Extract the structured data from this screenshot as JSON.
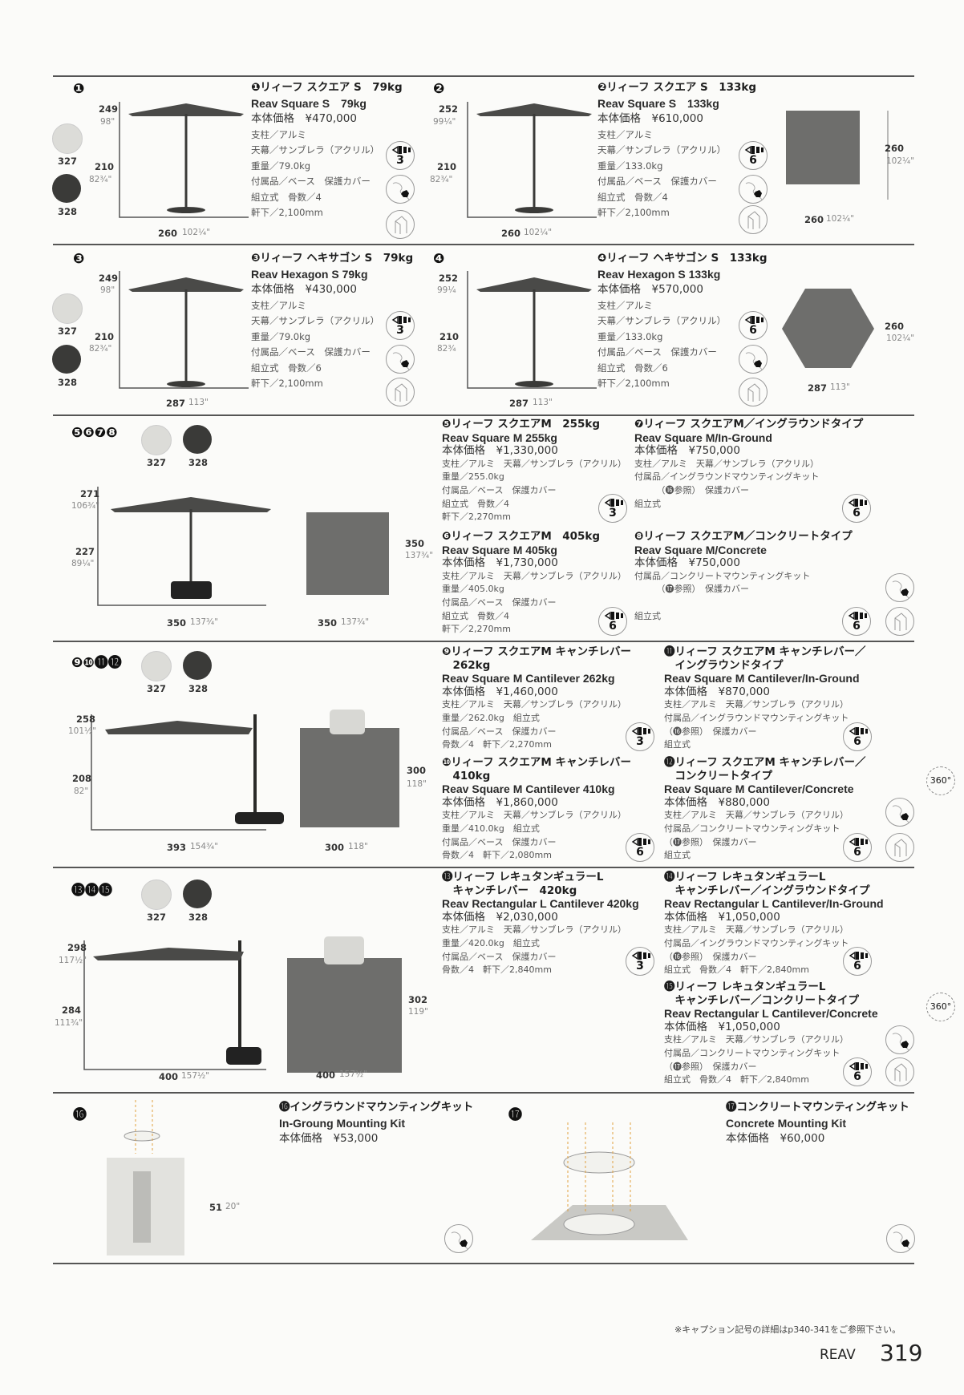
{
  "products": [
    {
      "title_lines": [
        "❶リィーフ スクエア S　79kg"
      ],
      "name": "Reav Square S　79kg",
      "price": "本体価格　¥470,000",
      "specs": [
        "支柱／アルミ",
        "天幕／サンブレラ（アクリル）",
        "重量／79.0kg",
        "付属品／ベース　保護カバー",
        "組立式　骨数／4",
        "軒下／2,100mm"
      ]
    },
    {
      "title_lines": [
        "❷リィーフ スクエア S　133kg"
      ],
      "name": "Reav Square S　133kg",
      "price": "本体価格　¥610,000",
      "specs": [
        "支柱／アルミ",
        "天幕／サンブレラ（アクリル）",
        "重量／133.0kg",
        "付属品／ベース　保護カバー",
        "組立式　骨数／4",
        "軒下／2,100mm"
      ]
    },
    {
      "title_lines": [
        "❸リィーフ ヘキサゴン S　79kg"
      ],
      "name": "Reav Hexagon S 79kg",
      "price": "本体価格　¥430,000",
      "specs": [
        "支柱／アルミ",
        "天幕／サンブレラ（アクリル）",
        "重量／79.0kg",
        "付属品／ベース　保護カバー",
        "組立式　骨数／6",
        "軒下／2,100mm"
      ]
    },
    {
      "title_lines": [
        "❹リィーフ ヘキサゴン S　133kg"
      ],
      "name": "Reav Hexagon S 133kg",
      "price": "本体価格　¥570,000",
      "specs": [
        "支柱／アルミ",
        "天幕／サンブレラ（アクリル）",
        "重量／133.0kg",
        "付属品／ベース　保護カバー",
        "組立式　骨数／6",
        "軒下／2,100mm"
      ]
    },
    {
      "title_lines": [
        "❺リィーフ スクエアM　255kg"
      ],
      "name": "Reav Square M 255kg",
      "price": "本体価格　¥1,330,000",
      "specs": [
        "支柱／アルミ　天幕／サンブレラ（アクリル）",
        "重量／255.0kg",
        "付属品／ベース　保護カバー",
        "組立式　骨数／4",
        "軒下／2,270mm"
      ]
    },
    {
      "title_lines": [
        "❻リィーフ スクエアM　405kg"
      ],
      "name": "Reav Square M 405kg",
      "price": "本体価格　¥1,730,000",
      "specs": [
        "支柱／アルミ　天幕／サンブレラ（アクリル）",
        "重量／405.0kg",
        "付属品／ベース　保護カバー",
        "組立式　骨数／4",
        "軒下／2,270mm"
      ]
    },
    {
      "title_lines": [
        "❼リィーフ スクエアM／イングラウンドタイプ"
      ],
      "name": "Reav Square M/In-Ground",
      "price": "本体価格　¥750,000",
      "specs": [
        "支柱／アルミ　天幕／サンブレラ（アクリル）",
        "付属品／イングラウンドマウンティングキット",
        "　　　（⓰参照）　保護カバー",
        "組立式"
      ]
    },
    {
      "title_lines": [
        "❽リィーフ スクエアM／コンクリートタイプ"
      ],
      "name": "Reav Square M/Concrete",
      "price": "本体価格　¥750,000",
      "specs": [
        "付属品／コンクリートマウンティングキット",
        "　　　（⓱参照）　保護カバー",
        "",
        "組立式"
      ]
    },
    {
      "title_lines": [
        "❾リィーフ スクエアM キャンチレバー",
        "　262kg"
      ],
      "name": "Reav Square M Cantilever 262kg",
      "price": "本体価格　¥1,460,000",
      "specs": [
        "支柱／アルミ　天幕／サンブレラ（アクリル）",
        "重量／262.0kg　組立式",
        "付属品／ベース　保護カバー",
        "骨数／4　軒下／2,270mm"
      ]
    },
    {
      "title_lines": [
        "❿リィーフ スクエアM キャンチレバー",
        "　410kg"
      ],
      "name": "Reav Square M Cantilever 410kg",
      "price": "本体価格　¥1,860,000",
      "specs": [
        "支柱／アルミ　天幕／サンブレラ（アクリル）",
        "重量／410.0kg　組立式",
        "付属品／ベース　保護カバー",
        "骨数／4　軒下／2,080mm"
      ]
    },
    {
      "title_lines": [
        "⓫リィーフ スクエアM キャンチレバー／",
        "　イングラウンドタイプ"
      ],
      "name": "Reav Square M Cantilever/In-Ground",
      "price": "本体価格　¥870,000",
      "specs": [
        "支柱／アルミ　天幕／サンブレラ（アクリル）",
        "付属品／イングラウンドマウンティングキット",
        "（⓰参照）　保護カバー",
        "組立式"
      ]
    },
    {
      "title_lines": [
        "⓬リィーフ スクエアM キャンチレバー／",
        "　コンクリートタイプ"
      ],
      "name": "Reav Square M Cantilever/Concrete",
      "price": "本体価格　¥880,000",
      "specs": [
        "支柱／アルミ　天幕／サンブレラ（アクリル）",
        "付属品／コンクリートマウンティングキット",
        "（⓱参照）　保護カバー",
        "組立式"
      ]
    },
    {
      "title_lines": [
        "⓭リィーフ レキュタンギュラーL",
        "　キャンチレバー　420kg"
      ],
      "name": "Reav Rectangular L Cantilever 420kg",
      "price": "本体価格　¥2,030,000",
      "specs": [
        "支柱／アルミ　天幕／サンブレラ（アクリル）",
        "重量／420.0kg　組立式",
        "付属品／ベース　保護カバー",
        "骨数／4　軒下／2,840mm"
      ]
    },
    {
      "title_lines": [
        "⓮リィーフ レキュタンギュラーL",
        "　キャンチレバー／イングラウンドタイプ"
      ],
      "name": "Reav Rectangular L Cantilever/In-Ground",
      "price": "本体価格　¥1,050,000",
      "specs": [
        "支柱／アルミ　天幕／サンブレラ（アクリル）",
        "付属品／イングラウンドマウンティングキット",
        "（⓰参照）　保護カバー",
        "組立式　骨数／4　軒下／2,840mm"
      ]
    },
    {
      "title_lines": [
        "⓯リィーフ レキュタンギュラーL",
        "　キャンチレバー／コンクリートタイプ"
      ],
      "name": "Reav Rectangular L Cantilever/Concrete",
      "price": "本体価格　¥1,050,000",
      "specs": [
        "支柱／アルミ　天幕／サンブレラ（アクリル）",
        "付属品／コンクリートマウンティングキット",
        "（⓱参照）　保護カバー",
        "組立式　骨数／4　軒下／2,840mm"
      ]
    },
    {
      "title_lines": [
        "⓰イングラウンドマウンティングキット"
      ],
      "name": "In-Groung Mounting Kit",
      "price": "本体価格　¥53,000",
      "specs": []
    },
    {
      "title_lines": [
        "⓱コンクリートマウンティングキット"
      ],
      "name": "Concrete Mounting Kit",
      "price": "本体価格　¥60,000",
      "specs": []
    }
  ],
  "figures": [
    {
      "marker": "❶",
      "swatches": [
        "327",
        "328"
      ],
      "dims": [
        "249",
        "98\"",
        "210",
        "82¾\"",
        "260",
        "102¼\""
      ]
    },
    {
      "marker": "❷",
      "swatches": [],
      "dims": [
        "252",
        "99¼\"",
        "210",
        "82¾\"",
        "260",
        "102¼\"",
        "260",
        "102¼\"",
        "260",
        "102¼\""
      ]
    },
    {
      "marker": "❸",
      "swatches": [
        "327",
        "328"
      ],
      "dims": [
        "249",
        "98\"",
        "210",
        "82¾\"",
        "287",
        "113\""
      ]
    },
    {
      "marker": "❹",
      "swatches": [],
      "dims": [
        "252",
        "99¼",
        "210",
        "82¾",
        "287",
        "113\"",
        "260",
        "102¼\"",
        "287",
        "113\""
      ]
    },
    {
      "marker": "❺❻❼❽",
      "swatches": [
        "327",
        "328"
      ],
      "dims": [
        "271",
        "106¾\"",
        "227",
        "89¼\"",
        "350",
        "137¾\"",
        "350",
        "137¾\"",
        "350",
        "137¾\""
      ]
    },
    {
      "marker": "❾❿⓫⓬",
      "swatches": [
        "327",
        "328"
      ],
      "dims": [
        "258",
        "101½\"",
        "208",
        "82\"",
        "393",
        "154¾\"",
        "300",
        "118\"",
        "300",
        "118\""
      ]
    },
    {
      "marker": "⓭⓮⓯",
      "swatches": [
        "327",
        "328"
      ],
      "dims": [
        "298",
        "117½\"",
        "284",
        "111¾\"",
        "400",
        "157½\"",
        "302",
        "119\"",
        "400",
        "157½\""
      ]
    },
    {
      "marker": "⓰",
      "swatches": [],
      "dims": [
        "51",
        "20\""
      ]
    },
    {
      "marker": "⓱",
      "swatches": [],
      "dims": []
    }
  ],
  "swatch_colors": {
    "327": "#dcdcd8",
    "328": "#3a3a38"
  },
  "icons": {
    "wind_rating_3": "3",
    "wind_rating_6": "6",
    "rotate_360": "360°"
  },
  "footer": {
    "note": "※キャプション記号の詳細はp340-341をご参照下さい。",
    "brand": "REAV",
    "page_number": "319"
  }
}
